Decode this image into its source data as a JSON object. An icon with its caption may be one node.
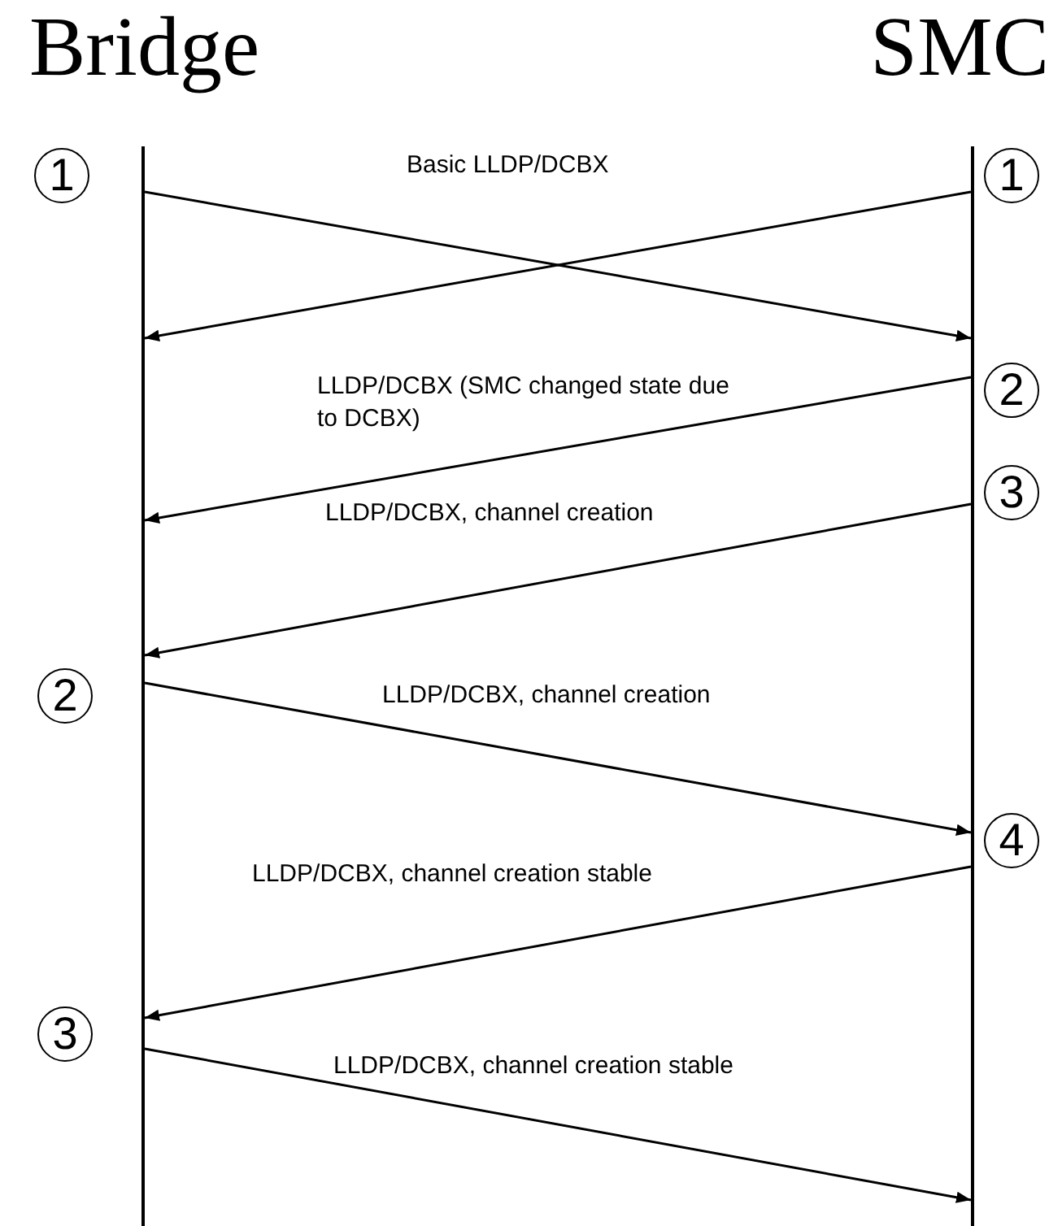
{
  "diagram": {
    "nodes": [
      {
        "text": [
          "Bridge"
        ]
      },
      {
        "text": [
          "SMC"
        ]
      }
    ],
    "edges": [
      {
        "from": 0,
        "to": 1,
        "arrow": "to",
        "label": "Basic LLDP/DCBX"
      },
      {
        "from": 1,
        "to": 0,
        "arrow": "to"
      },
      {
        "from": 1,
        "to": 0,
        "arrow": "to",
        "label": "LLDP/DCBX (SMC changed state due to DCBX)"
      },
      {
        "from": 1,
        "to": 0,
        "arrow": "to",
        "label": "LLDP/DCBX, channel creation"
      },
      {
        "from": 0,
        "to": 1,
        "arrow": "to",
        "label": "LLDP/DCBX, channel creation"
      },
      {
        "from": 1,
        "to": 0,
        "arrow": "to",
        "label": "LLDP/DCBX, channel creation stable"
      },
      {
        "from": 0,
        "to": 1,
        "arrow": "to",
        "label": "LLDP/DCBX, channel creation stable"
      }
    ],
    "labels": [
      "1",
      "1",
      "2",
      "3",
      "2",
      "4",
      "3"
    ]
  }
}
